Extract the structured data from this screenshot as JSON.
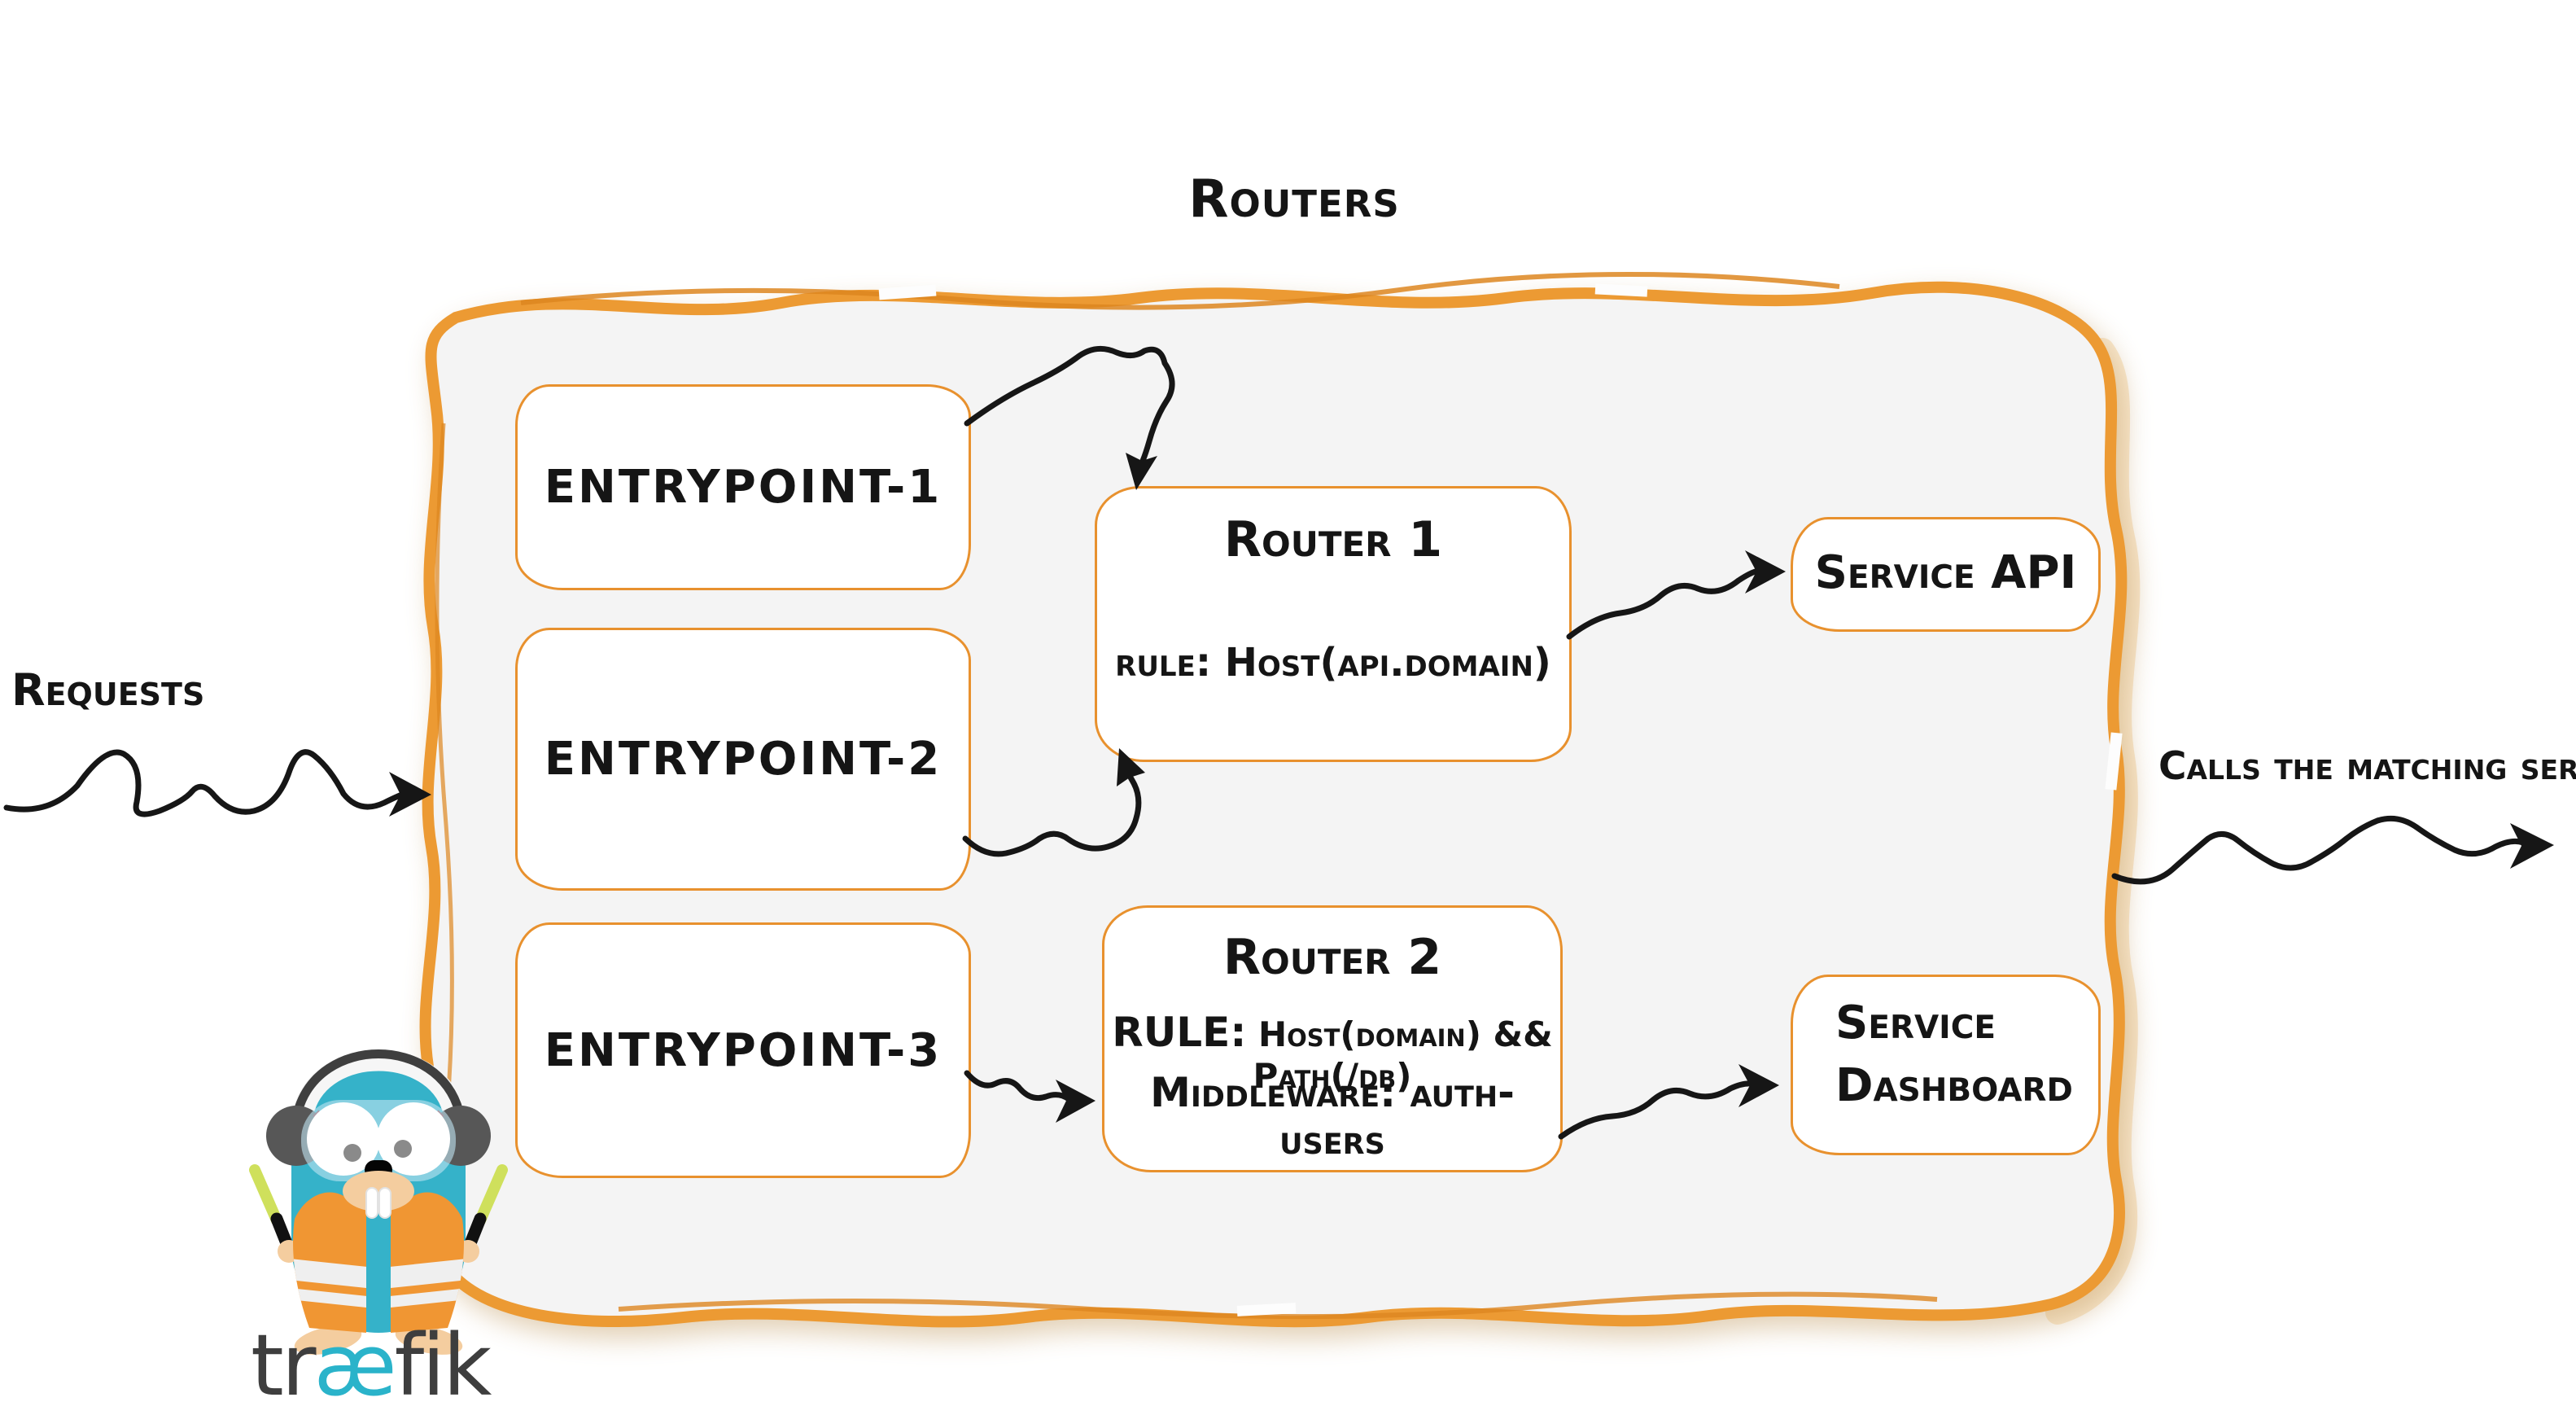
{
  "title": "Routers",
  "labels": {
    "requests": "Requests",
    "calls": "Calls the matching server"
  },
  "entrypoints": [
    {
      "label": "entrypoint-1"
    },
    {
      "label": "entrypoint-2"
    },
    {
      "label": "entrypoint-3"
    }
  ],
  "routers": [
    {
      "name": "Router 1",
      "rule": "rule: Host(api.domain)"
    },
    {
      "name": "Router 2",
      "rule_label": "RULE:",
      "rule_value": "Host(domain) && Path(/db)",
      "middleware": "Middleware: auth-users"
    }
  ],
  "services": [
    {
      "label": "Service API"
    },
    {
      "line1": "Service",
      "line2": "Dashboard"
    }
  ],
  "logo": {
    "part1": "tr",
    "ae": "æ",
    "part2": "fik"
  },
  "colors": {
    "container_orange": "#EC9A33",
    "box_border_orange": "#E8912E",
    "panel_fill": "#F4F4F4",
    "ink_black": "#161616",
    "gopher_teal": "#35B2C9",
    "vest_orange": "#F09633",
    "baton_green": "#CFE05C",
    "wordmark_gray": "#3E3E3E",
    "wordmark_teal": "#2AB3CA"
  }
}
